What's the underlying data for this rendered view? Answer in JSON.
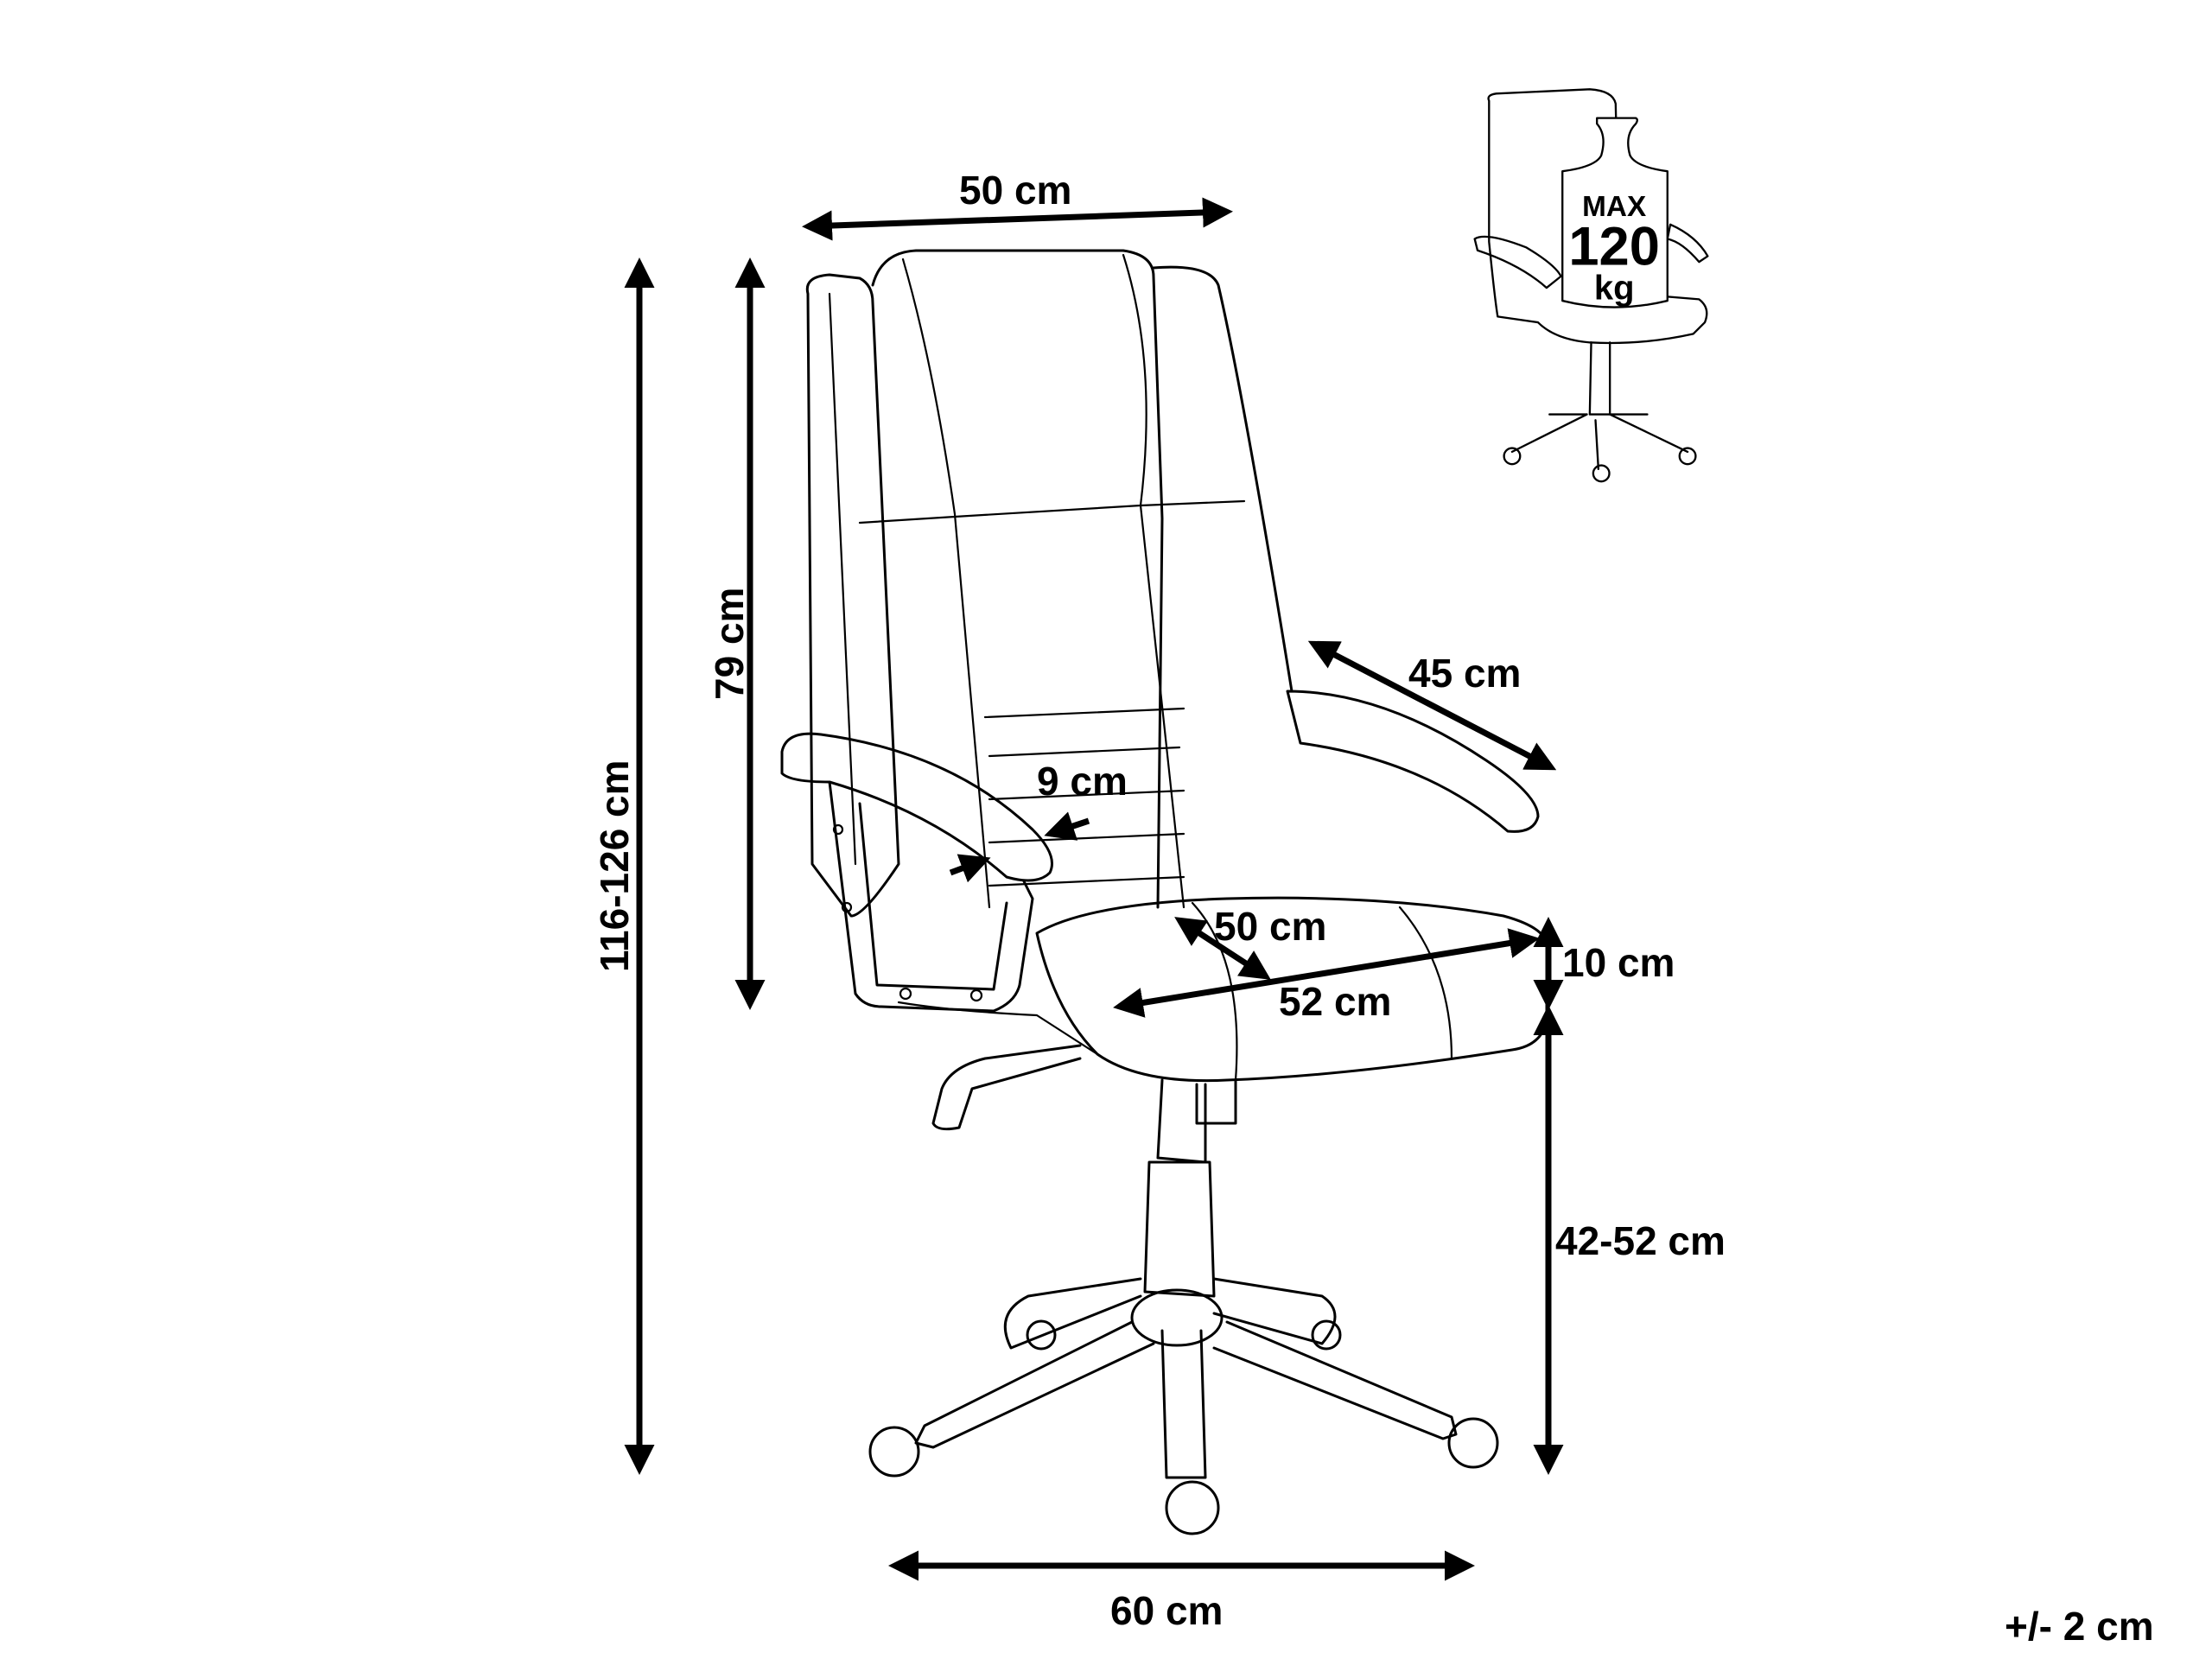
{
  "diagram": {
    "subject": "Office chair with dimensions",
    "stroke_color": "#000000",
    "background": "#ffffff",
    "dimensions": {
      "backrest_width": "50 cm",
      "backrest_height": "79 cm",
      "total_height": "116-126 cm",
      "armrest_length": "45 cm",
      "armrest_width": "9 cm",
      "seat_width": "50 cm",
      "seat_depth": "52 cm",
      "seat_thickness": "10 cm",
      "seat_height": "42-52 cm",
      "base_width": "60 cm"
    },
    "tolerance": "+/- 2 cm",
    "max_load_badge": {
      "line1": "MAX",
      "line2": "120",
      "line3": "kg"
    }
  }
}
